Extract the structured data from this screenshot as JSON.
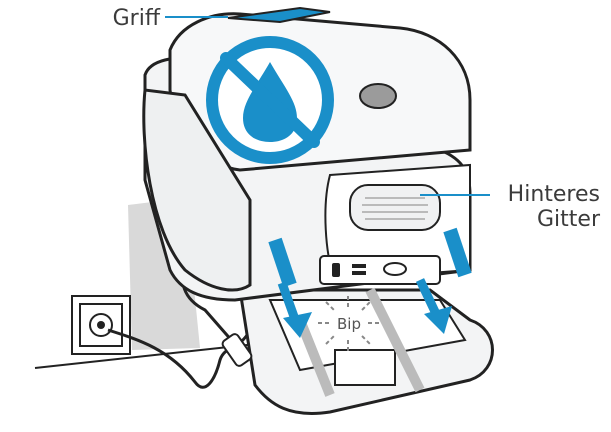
{
  "labels": {
    "handle": "Griff",
    "rear_grille": "Hinteres Gitter",
    "rear_grille_line1": "Hinteres",
    "rear_grille_line2": "Gitter",
    "beep": "Bip"
  },
  "colors": {
    "accent": "#1a8fc9",
    "outline": "#222222",
    "body": "#f3f4f5",
    "shadow": "#d9dadb"
  },
  "icons": {
    "no_water": "no-water-icon",
    "beep_rays": "beep-rays-icon"
  }
}
